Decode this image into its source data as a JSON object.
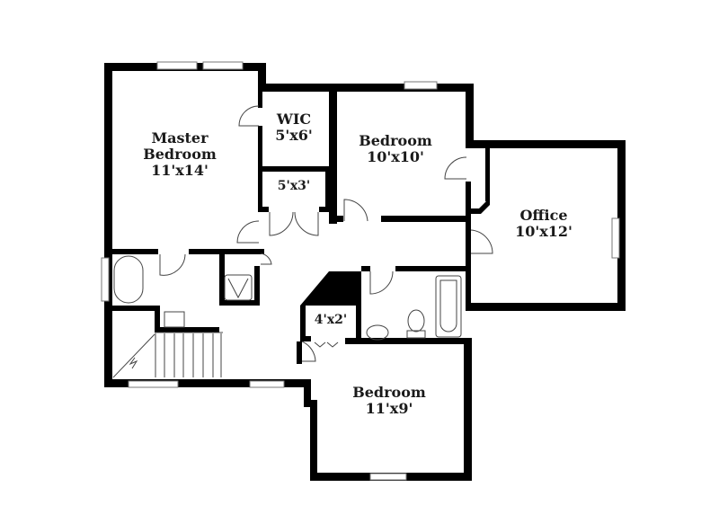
{
  "floorplan": {
    "rooms": [
      {
        "id": "master",
        "name_line1": "Master",
        "name_line2": "Bedroom",
        "dims": "11'x14'"
      },
      {
        "id": "wic",
        "name": "WIC",
        "dims": "5'x6'"
      },
      {
        "id": "closet",
        "dims": "5'x3'"
      },
      {
        "id": "bedroom1",
        "name": "Bedroom",
        "dims": "10'x10'"
      },
      {
        "id": "office",
        "name": "Office",
        "dims": "10'x12'"
      },
      {
        "id": "closet2",
        "dims": "4'x2'"
      },
      {
        "id": "bedroom2",
        "name": "Bedroom",
        "dims": "11'x9'"
      }
    ],
    "colors": {
      "wall": "#000000",
      "background": "#ffffff",
      "fixture": "#555555"
    }
  }
}
